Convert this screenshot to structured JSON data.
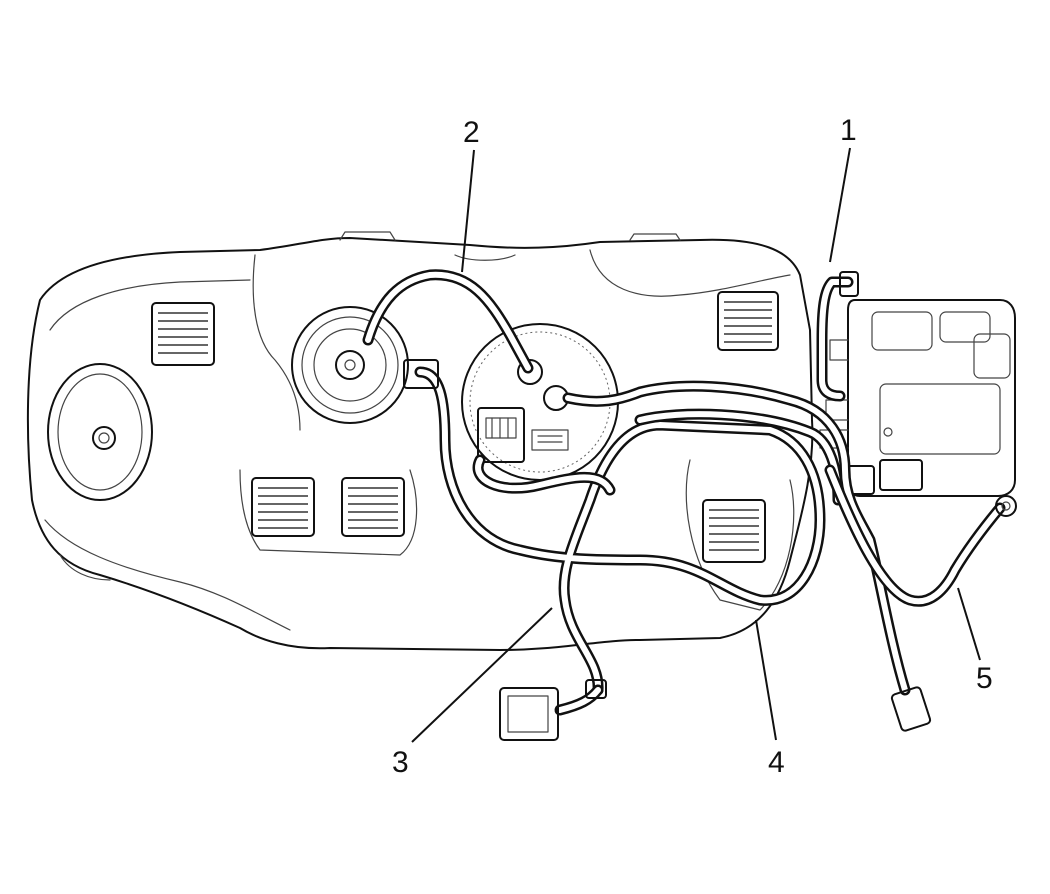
{
  "diagram": {
    "callouts": [
      {
        "id": "1",
        "label": "1"
      },
      {
        "id": "2",
        "label": "2"
      },
      {
        "id": "3",
        "label": "3"
      },
      {
        "id": "4",
        "label": "4"
      },
      {
        "id": "5",
        "label": "5"
      }
    ],
    "colors": {
      "ink": "#111111",
      "background": "#ffffff"
    }
  }
}
